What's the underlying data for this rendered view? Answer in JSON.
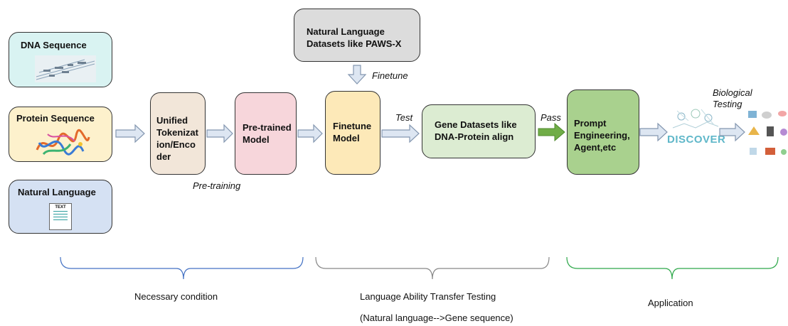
{
  "inputs": {
    "dna": "DNA Sequence",
    "protein": "Protein Sequence",
    "natural": "Natural Language",
    "text_icon": "TEXT"
  },
  "pipeline": {
    "tokenizer": "Unified Tokenizat ion/Enco der",
    "pretrained": "Pre-trained Model",
    "finetune_model": "Finetune Model",
    "nl_datasets": "Natural Language Datasets like PAWS-X",
    "gene_datasets": "Gene Datasets like DNA-Protein align",
    "prompt": "Prompt Engineering, Agent,etc",
    "discover": "DISCOVER"
  },
  "edge_labels": {
    "pretraining": "Pre-training",
    "finetune": "Finetune",
    "test": "Test",
    "pass": "Pass",
    "biological": "Biological Testing"
  },
  "groups": {
    "necessary": "Necessary condition",
    "transfer": "Language Ability Transfer Testing",
    "transfer_sub": "(Natural language-->Gene sequence)",
    "application": "Application"
  },
  "colors": {
    "dna_fill": "#d9f3f2",
    "protein_fill": "#fdf1cc",
    "natural_fill": "#d5e1f3",
    "tokenizer_fill": "#f2e6d9",
    "pretrained_fill": "#f7d6db",
    "finetune_fill": "#fde9b8",
    "nl_fill": "#dcdcdc",
    "gene_fill": "#dcecd2",
    "prompt_fill": "#a9d18e",
    "arrow_fill": "#dde6f2",
    "arrow_stroke": "#8497b0",
    "pass_arrow": "#70ad47",
    "brace_blue": "#4472c4",
    "brace_gray": "#888888",
    "brace_green": "#2ea84a"
  }
}
